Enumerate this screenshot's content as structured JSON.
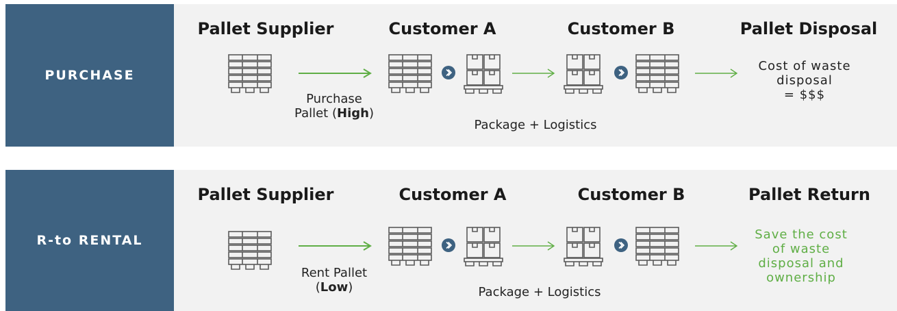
{
  "rows": [
    {
      "label": "PURCHASE",
      "headers": [
        "Pallet Supplier",
        "Customer A",
        "Customer B",
        "Pallet Disposal"
      ],
      "pallet_note": {
        "line1": "Purchase",
        "line2_pre": "Pallet (",
        "line2_bold": "High",
        "line2_post": ")"
      },
      "logistics": "Package + Logistics",
      "outcome": [
        "Cost of waste",
        "disposal",
        "= $$$"
      ]
    },
    {
      "label": "R-to RENTAL",
      "headers": [
        "Pallet Supplier",
        "Customer A",
        "Customer B",
        "Pallet Return"
      ],
      "pallet_note": {
        "line1": "Rent Pallet",
        "line2_pre": "(",
        "line2_bold": "Low",
        "line2_post": ")"
      },
      "logistics": "Package + Logistics",
      "outcome": [
        "Save the cost",
        "of waste",
        "disposal and",
        "ownership"
      ]
    }
  ],
  "colors": {
    "sidebar": "#3e6281",
    "panel": "#f2f2f2",
    "arrow": "#5fae45",
    "icon_stroke": "#5a5a5a",
    "play": "#3e6281"
  },
  "icons": [
    "pallet-icon",
    "boxed-pallet-icon",
    "play-icon",
    "arrow-right-icon"
  ]
}
